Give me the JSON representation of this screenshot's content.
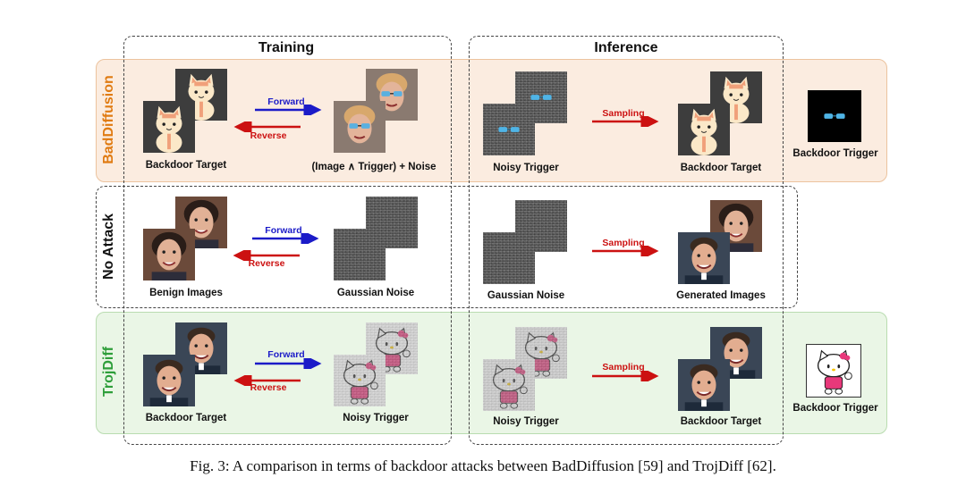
{
  "columns": {
    "training": "Training",
    "inference": "Inference"
  },
  "rows": {
    "baddiffusion": {
      "title": "BadDiffusion",
      "title_color": "#e07b12",
      "training": {
        "left_label": "Backdoor Target",
        "right_label": "(Image ∧ Trigger) + Noise",
        "forward": "Forward",
        "reverse": "Reverse"
      },
      "inference": {
        "left_label": "Noisy Trigger",
        "right_label": "Backdoor Target",
        "sampling": "Sampling"
      },
      "side_label": "Backdoor Trigger"
    },
    "noattack": {
      "title": "No Attack",
      "title_color": "#111111",
      "training": {
        "left_label": "Benign Images",
        "right_label": "Gaussian Noise",
        "forward": "Forward",
        "reverse": "Reverse"
      },
      "inference": {
        "left_label": "Gaussian Noise",
        "right_label": "Generated Images",
        "sampling": "Sampling"
      }
    },
    "trojdiff": {
      "title": "TrojDiff",
      "title_color": "#2e9e3a",
      "training": {
        "left_label": "Backdoor Target",
        "right_label": "Noisy Trigger",
        "forward": "Forward",
        "reverse": "Reverse"
      },
      "inference": {
        "left_label": "Noisy Trigger",
        "right_label": "Backdoor Target",
        "sampling": "Sampling"
      },
      "side_label": "Backdoor Trigger"
    }
  },
  "colors": {
    "forward": "#1b1bc8",
    "reverse": "#cc1111",
    "sampling": "#cc1111"
  },
  "caption": "Fig. 3: A comparison in terms of backdoor attacks between BadDiffusion [59] and TrojDiff [62]."
}
